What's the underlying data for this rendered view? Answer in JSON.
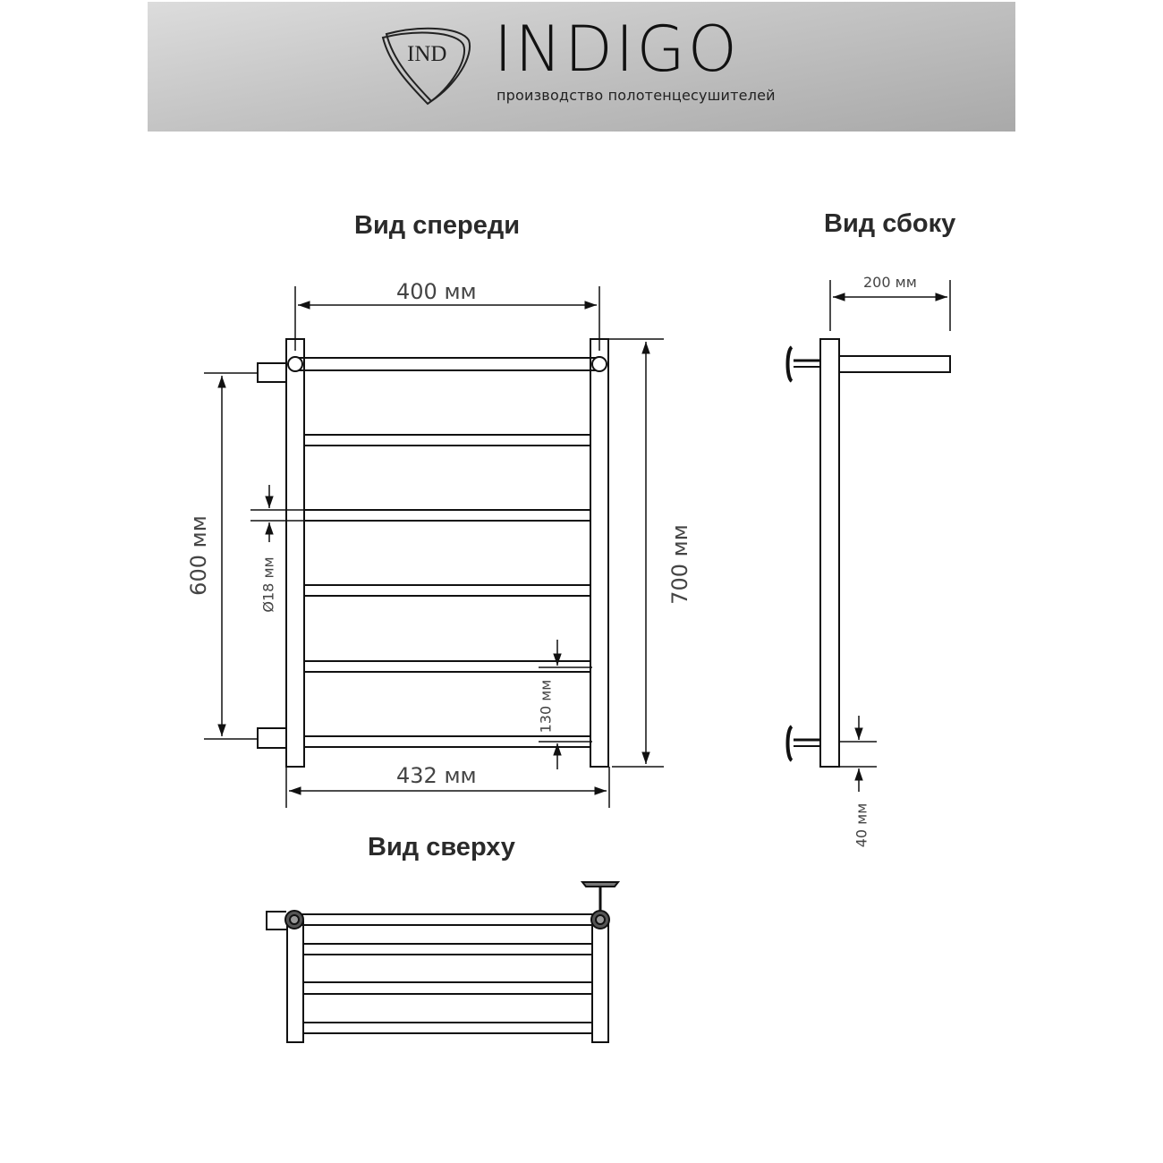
{
  "header": {
    "logo_mark": "IND",
    "brand_name": "INDIGO",
    "tagline": "производство полотенцесушителей",
    "background_gradient": [
      "#dcdcdc",
      "#a9a9a9"
    ]
  },
  "views": {
    "front": {
      "title": "Вид спереди",
      "dimensions": {
        "width_axis": "400 мм",
        "width_total": "432 мм",
        "height_connection": "600 мм",
        "height_total": "700 мм",
        "tube_diameter": "Ø18 мм",
        "bar_spacing": "130 мм"
      },
      "bar_count": 6
    },
    "side": {
      "title": "Вид сбоку",
      "dimensions": {
        "depth": "200 мм",
        "bottom_offset": "40 мм"
      }
    },
    "top": {
      "title": "Вид сверху"
    }
  },
  "colors": {
    "line": "#111111",
    "text": "#2a2a2a",
    "dimension_text": "#444444"
  }
}
